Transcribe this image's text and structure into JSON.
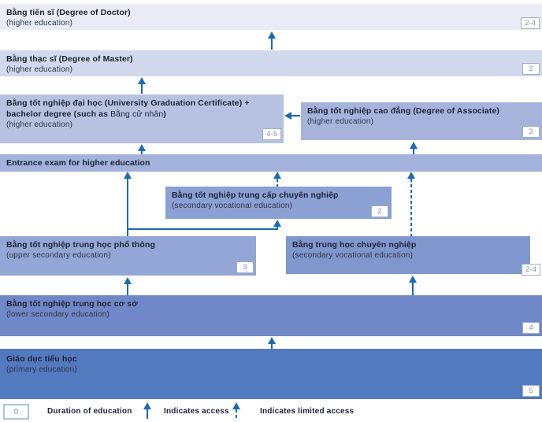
{
  "palette": {
    "arrow": "#1a6ab5",
    "title_text": "#1c2236",
    "subtitle_text": "#2f3649",
    "badge_border": "#9fafc2",
    "badge_text": "#8d939f",
    "legend_badge_border": "#a9c6de"
  },
  "boxes": {
    "doctor": {
      "title": "Bằng tiến sĩ (Degree of Doctor)",
      "subtitle": "(higher education)",
      "duration": "2-4",
      "bg": "#e9ecf5"
    },
    "master": {
      "title": "Bằng thạc sĩ (Degree of Master)",
      "subtitle": "(higher education)",
      "duration": "2",
      "bg": "#d3d9ed"
    },
    "university": {
      "title_line1": "Bằng tốt nghiệp đại học (University Graduation Certificate) +",
      "title_line2_bold": "bachelor degree (such as ",
      "title_line2_regular": "Bằng cử nhân",
      "title_line2_bold_end": ")",
      "subtitle": "(higher education)",
      "duration": "4-5",
      "bg": "#b7c2e2"
    },
    "associate": {
      "title": "Bằng tốt nghiệp cao đẳng (Degree of Associate)",
      "subtitle": "(higher education)",
      "duration": "3",
      "bg": "#a6b4dc"
    },
    "entrance_exam": {
      "title": "Entrance exam for higher education",
      "bg": "#a2b2da"
    },
    "secondary_vocational_cert": {
      "title": "Bằng tốt nghiệp trung cấp chuyên nghiệp",
      "subtitle": "(secondary vocational education)",
      "duration": "2",
      "bg": "#8ba0d3"
    },
    "upper_secondary": {
      "title": "Bằng tốt nghiệp trung học phổ thông",
      "subtitle": "(upper secondary education)",
      "duration": "3",
      "bg": "#93a6d5"
    },
    "secondary_vocational": {
      "title": "Bằng trung học chuyên nghiệp",
      "subtitle": "(secondary vocational education)",
      "duration": "2-4",
      "bg": "#8097cd"
    },
    "lower_secondary": {
      "title": "Bằng tốt nghiệp trung học cơ sở",
      "subtitle": "(lower secondary education)",
      "duration": "4",
      "bg": "#7088c7"
    },
    "primary": {
      "title": "Giáo dục tiểu học",
      "subtitle": "(primary education)",
      "duration": "5",
      "bg": "#5379bf"
    }
  },
  "legend": {
    "duration_value": "0",
    "duration_label": "Duration of education",
    "access_label": "Indicates access",
    "limited_access_label": "Indicates limited access"
  }
}
